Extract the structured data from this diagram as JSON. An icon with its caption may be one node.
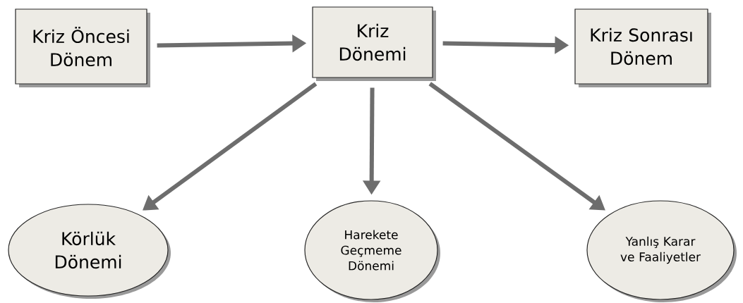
{
  "diagram": {
    "nodes": [
      {
        "text": [
          "Kriz Öncesi Dönem"
        ]
      },
      {
        "text": [
          "Kriz Dönemi"
        ]
      },
      {
        "text": [
          "Kriz Sonrası Dönem"
        ]
      },
      {
        "text": [
          "Körlük Dönemi"
        ]
      },
      {
        "text": [
          "Harekete Geçmeme Dönemi"
        ]
      },
      {
        "text": [
          "Yanlış Karar ve Faaliyetler"
        ]
      }
    ],
    "edges": [
      {
        "from": 0,
        "to": 1,
        "arrow": "to"
      },
      {
        "from": 1,
        "to": 2,
        "arrow": "to"
      },
      {
        "from": 1,
        "to": 3,
        "arrow": "to"
      },
      {
        "from": 1,
        "to": 4,
        "arrow": "to"
      },
      {
        "from": 1,
        "to": 5,
        "arrow": "to"
      }
    ]
  }
}
